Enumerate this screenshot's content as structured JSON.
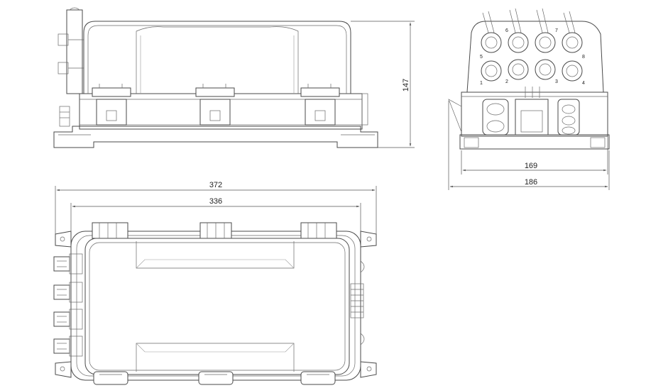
{
  "dimensions": {
    "side_height": "147",
    "end_inner_width": "169",
    "end_outer_width": "186",
    "top_outer_length": "372",
    "top_inner_length": "336"
  },
  "port_numbers": [
    "1",
    "2",
    "3",
    "4",
    "5",
    "6",
    "7",
    "8"
  ],
  "line_color": "#4a4a4a"
}
